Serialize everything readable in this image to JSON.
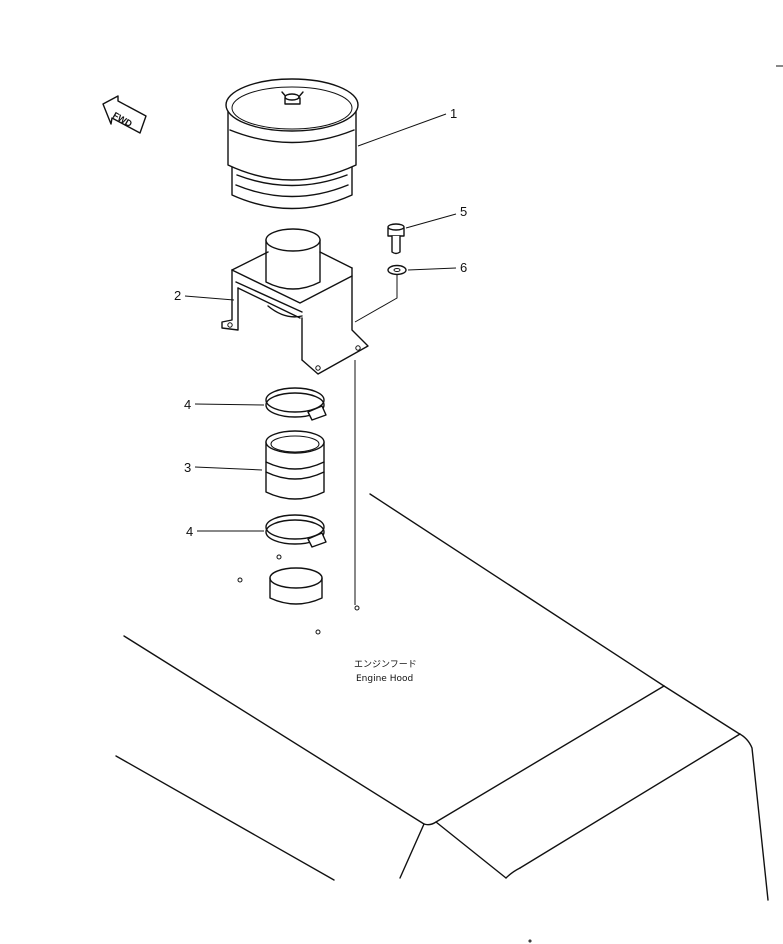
{
  "fwd_label": "FWD",
  "callouts": {
    "p1": "1",
    "p2": "2",
    "p3": "3",
    "p4a": "4",
    "p4b": "4",
    "p5": "5",
    "p6": "6"
  },
  "hood_label": {
    "japanese": "エンジンフード",
    "english": "Engine Hood"
  }
}
